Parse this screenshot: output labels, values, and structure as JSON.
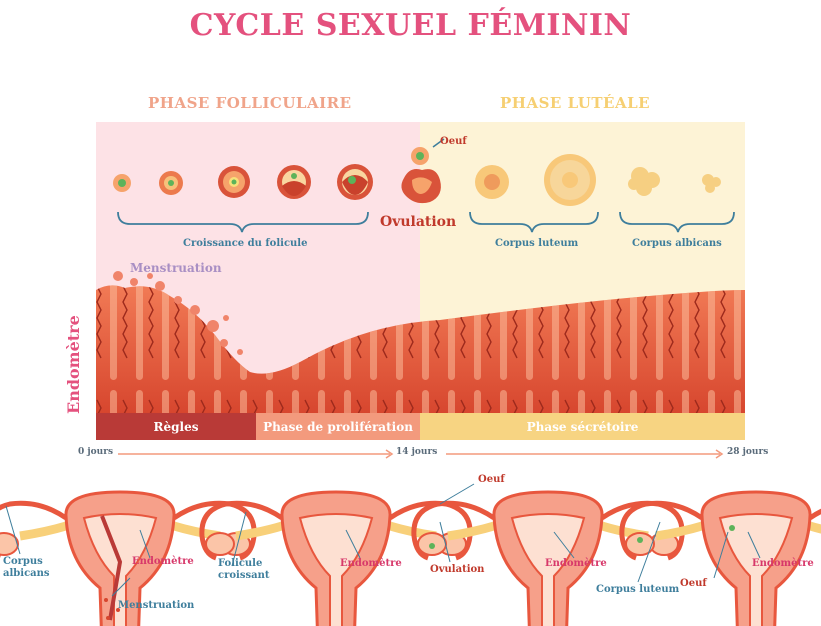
{
  "title": "CYCLE SEXUEL FÉMININ",
  "phases": {
    "follicular": "PHASE FOLLICULAIRE",
    "luteal": "PHASE LUTÉALE"
  },
  "labels": {
    "oeuf": "Oeuf",
    "ovulation": "Ovulation",
    "menstruation": "Menstruation",
    "croissance": "Croissance du folicule",
    "corpus_luteum": "Corpus luteum",
    "corpus_albicans": "Corpus albicans",
    "endometre": "Endomètre"
  },
  "bars": {
    "regles": "Règles",
    "proliferation": "Phase de prolifération",
    "secretoire": "Phase sécrétoire"
  },
  "timeline": {
    "d0": "0 jours",
    "d14": "14 jours",
    "d28": "28 jours"
  },
  "uterus": [
    {
      "left1": "Corpus",
      "left2": "albicans",
      "right": "Endomètre",
      "bottom": "Menstruation"
    },
    {
      "left1": "Folicule",
      "left2": "croissant",
      "right": "Endomètre"
    },
    {
      "top": "Oeuf",
      "left": "Ovulation",
      "right": "Endomètre"
    },
    {
      "left": "Corpus luteum",
      "mid": "Oeuf",
      "right": "Endomètre"
    }
  ],
  "colors": {
    "title": "#e4517e",
    "follicular_bg": "#fde2e6",
    "luteal_bg": "#fdf3d6",
    "tissue": "#e8573e",
    "blue": "#3e7e9c"
  }
}
